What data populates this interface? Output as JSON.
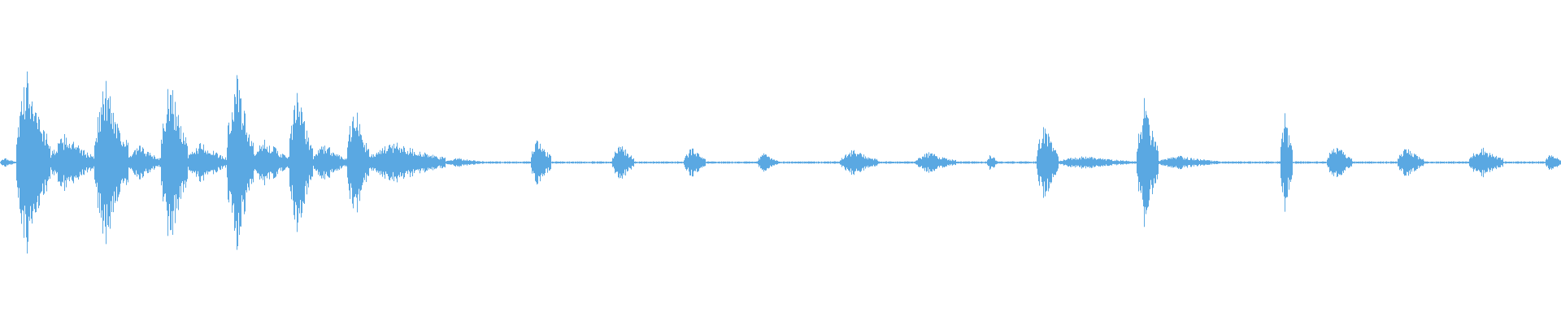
{
  "waveform": {
    "color": "#5aa8e2",
    "background": "#ffffff",
    "amplitude_scale": "normalized 0-1",
    "segments": [
      {
        "start": 0.0,
        "end": 0.01,
        "peak": 0.05
      },
      {
        "start": 0.01,
        "end": 0.032,
        "peak": 0.98
      },
      {
        "start": 0.032,
        "end": 0.06,
        "peak": 0.3
      },
      {
        "start": 0.06,
        "end": 0.082,
        "peak": 0.88
      },
      {
        "start": 0.082,
        "end": 0.103,
        "peak": 0.18
      },
      {
        "start": 0.103,
        "end": 0.12,
        "peak": 0.9
      },
      {
        "start": 0.12,
        "end": 0.145,
        "peak": 0.22
      },
      {
        "start": 0.145,
        "end": 0.162,
        "peak": 0.97
      },
      {
        "start": 0.162,
        "end": 0.185,
        "peak": 0.25
      },
      {
        "start": 0.185,
        "end": 0.2,
        "peak": 0.77
      },
      {
        "start": 0.2,
        "end": 0.222,
        "peak": 0.2
      },
      {
        "start": 0.222,
        "end": 0.236,
        "peak": 0.64
      },
      {
        "start": 0.236,
        "end": 0.285,
        "peak": 0.22
      },
      {
        "start": 0.285,
        "end": 0.31,
        "peak": 0.05
      },
      {
        "start": 0.34,
        "end": 0.353,
        "peak": 0.28
      },
      {
        "start": 0.392,
        "end": 0.406,
        "peak": 0.22
      },
      {
        "start": 0.438,
        "end": 0.452,
        "peak": 0.16
      },
      {
        "start": 0.485,
        "end": 0.498,
        "peak": 0.1
      },
      {
        "start": 0.538,
        "end": 0.562,
        "peak": 0.14
      },
      {
        "start": 0.586,
        "end": 0.612,
        "peak": 0.11
      },
      {
        "start": 0.632,
        "end": 0.639,
        "peak": 0.09
      },
      {
        "start": 0.664,
        "end": 0.678,
        "peak": 0.42
      },
      {
        "start": 0.678,
        "end": 0.725,
        "peak": 0.07
      },
      {
        "start": 0.728,
        "end": 0.742,
        "peak": 0.66
      },
      {
        "start": 0.742,
        "end": 0.78,
        "peak": 0.07
      },
      {
        "start": 0.82,
        "end": 0.828,
        "peak": 0.55
      },
      {
        "start": 0.85,
        "end": 0.866,
        "peak": 0.19
      },
      {
        "start": 0.895,
        "end": 0.912,
        "peak": 0.16
      },
      {
        "start": 0.941,
        "end": 0.963,
        "peak": 0.17
      },
      {
        "start": 0.99,
        "end": 1.0,
        "peak": 0.1
      }
    ],
    "baseline": 0.012
  }
}
